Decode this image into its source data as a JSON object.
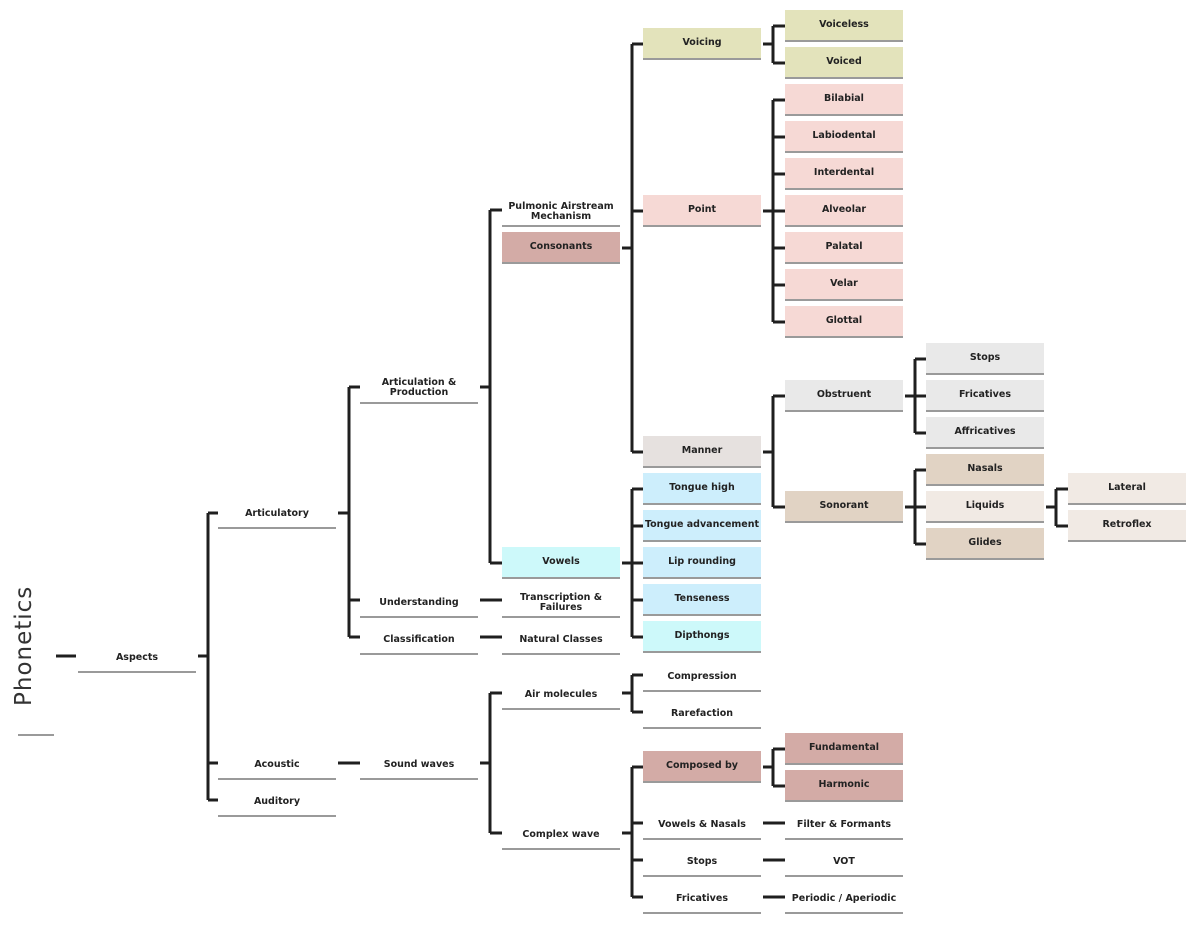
{
  "title": "Phonetics",
  "aspects": "Aspects",
  "articulatory": "Articulatory",
  "acoustic": "Acoustic",
  "auditory": "Auditory",
  "articulation_production": "Articulation & Production",
  "understanding": "Understanding",
  "classification": "Classification",
  "transcription_failures": "Transcription & Failures",
  "natural_classes": "Natural Classes",
  "pulmonic": "Pulmonic Airstream Mechanism",
  "consonants": "Consonants",
  "vowels": "Vowels",
  "voicing": "Voicing",
  "point": "Point",
  "manner": "Manner",
  "voicing_items": [
    "Voiceless",
    "Voiced"
  ],
  "point_items": [
    "Bilabial",
    "Labiodental",
    "Interdental",
    "Alveolar",
    "Palatal",
    "Velar",
    "Glottal"
  ],
  "obstruent": "Obstruent",
  "sonorant": "Sonorant",
  "obstruent_items": [
    "Stops",
    "Fricatives",
    "Affricatives"
  ],
  "sonorant_items": [
    "Nasals",
    "Liquids",
    "Glides"
  ],
  "liquid_items": [
    "Lateral",
    "Retroflex"
  ],
  "vowel_items": [
    "Tongue high",
    "Tongue advancement",
    "Lip rounding",
    "Tenseness",
    "Dipthongs"
  ],
  "sound_waves": "Sound waves",
  "air_molecules": "Air molecules",
  "complex_wave": "Complex wave",
  "air_items": [
    "Compression",
    "Rarefaction"
  ],
  "composed_by": "Composed by",
  "composed_items": [
    "Fundamental",
    "Harmonic"
  ],
  "complex_items": [
    "Vowels & Nasals",
    "Stops",
    "Fricatives"
  ],
  "complex_results": [
    "Filter & Formants",
    "VOT",
    "Periodic / Aperiodic"
  ]
}
